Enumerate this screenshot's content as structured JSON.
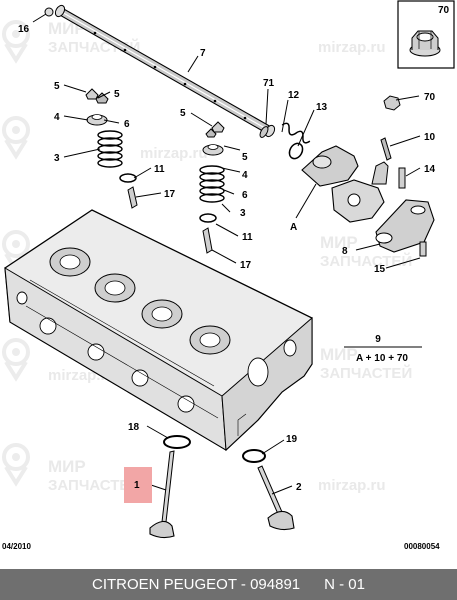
{
  "watermark": {
    "brand": "МИР",
    "sub": "ЗАПЧАСТЕЙ",
    "domain": "mirzap.ru"
  },
  "inset": {
    "label": "70"
  },
  "callouts": {
    "c16": "16",
    "c7": "7",
    "c71": "71",
    "c12": "12",
    "c13": "13",
    "c70": "70",
    "c5a": "5",
    "c5b": "5",
    "c4a": "4",
    "c6a": "6",
    "c3a": "3",
    "c11a": "11",
    "c17a": "17",
    "c5c": "5",
    "c5d": "5",
    "c4b": "4",
    "c6b": "6",
    "c3b": "3",
    "c11b": "11",
    "c17b": "17",
    "c10": "10",
    "c14": "14",
    "cA": "A",
    "c8": "8",
    "c15": "15",
    "c18": "18",
    "c19": "19",
    "c1": "1",
    "c2": "2"
  },
  "formula": {
    "numerator": "9",
    "denominator": "A + 10 + 70"
  },
  "footer": {
    "date": "04/2010",
    "code": "00080054"
  },
  "caption": {
    "left": "CITROEN PEUGEOT - 094891",
    "right": "N - 01"
  },
  "highlight_color": "#f2a6a6"
}
